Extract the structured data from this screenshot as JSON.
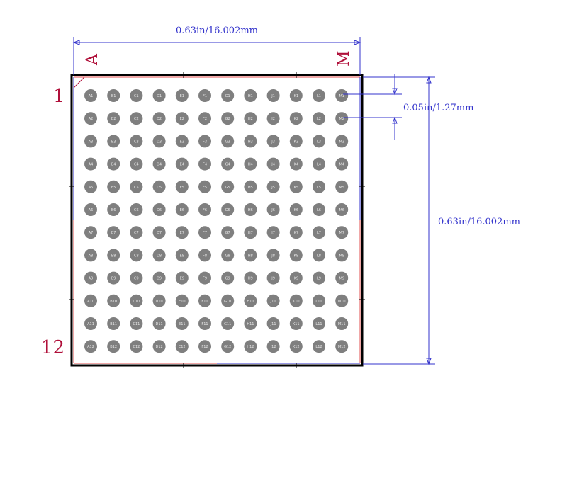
{
  "dimensions": {
    "width_label": "0.63in/16.002mm",
    "height_label": "0.63in/16.002mm",
    "pitch_label": "0.05in/1.27mm"
  },
  "corner_labels": {
    "col_first": "A",
    "col_last": "M",
    "row_first": "1",
    "row_last": "12"
  },
  "grid": {
    "columns": [
      "A",
      "B",
      "C",
      "D",
      "E",
      "F",
      "G",
      "H",
      "J",
      "K",
      "L",
      "M"
    ],
    "rows": [
      "1",
      "2",
      "3",
      "4",
      "5",
      "6",
      "7",
      "8",
      "9",
      "10",
      "11",
      "12"
    ]
  },
  "colors": {
    "outline": "#000000",
    "courtyard": "#e05050",
    "ball": "#7f7f7f",
    "dimension": "#3333cc",
    "label": "#b0103a"
  }
}
